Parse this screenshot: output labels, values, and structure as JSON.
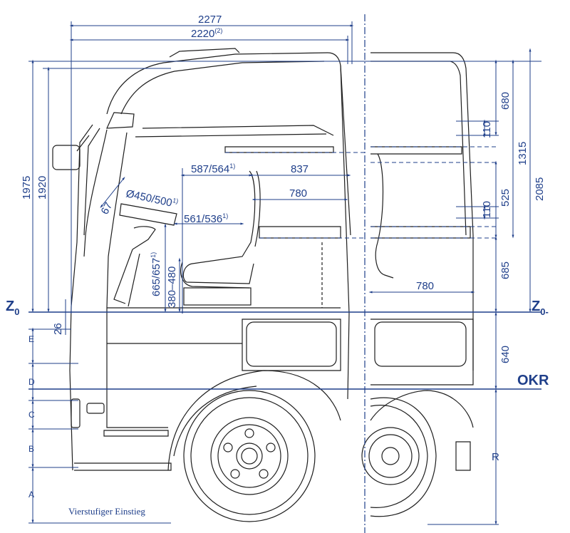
{
  "dims_top": {
    "overall_length": "2277",
    "inner_length": "2220",
    "inner_length_note": "2)"
  },
  "dims_left": {
    "height_1975": "1975",
    "height_1920": "1920",
    "step_26": "26",
    "angle_67": "67"
  },
  "dims_interior": {
    "wheel_diameter": "Ø450/500",
    "wheel_diameter_note": "1)",
    "dist_587": "587/564",
    "dist_587_note": "1)",
    "seat_837": "837",
    "seat_780_upper": "780",
    "dist_561": "561/536",
    "dist_561_note": "1)",
    "height_665": "665/657",
    "height_665_note": "1)",
    "height_380": "380–480",
    "rear_780": "780"
  },
  "dims_right": {
    "h_680": "680",
    "h_110_top": "110",
    "h_525": "525",
    "h_110_bottom": "110",
    "h_685": "685",
    "h_1315": "1315",
    "h_2085": "2085",
    "h_640": "640",
    "r_label": "R"
  },
  "reference": {
    "z0_left": "Z",
    "z0_left_sub": "0",
    "z0_right": "Z",
    "z0_right_sub": "0",
    "z0_right_dash": "-",
    "okr": "OKR"
  },
  "steps": {
    "a": "A",
    "b": "B",
    "c": "C",
    "d": "D",
    "e": "E"
  },
  "caption": "Vierstufiger Einstieg",
  "colors": {
    "ink": "#1e1e1e",
    "dimension": "#1f3f8a"
  }
}
